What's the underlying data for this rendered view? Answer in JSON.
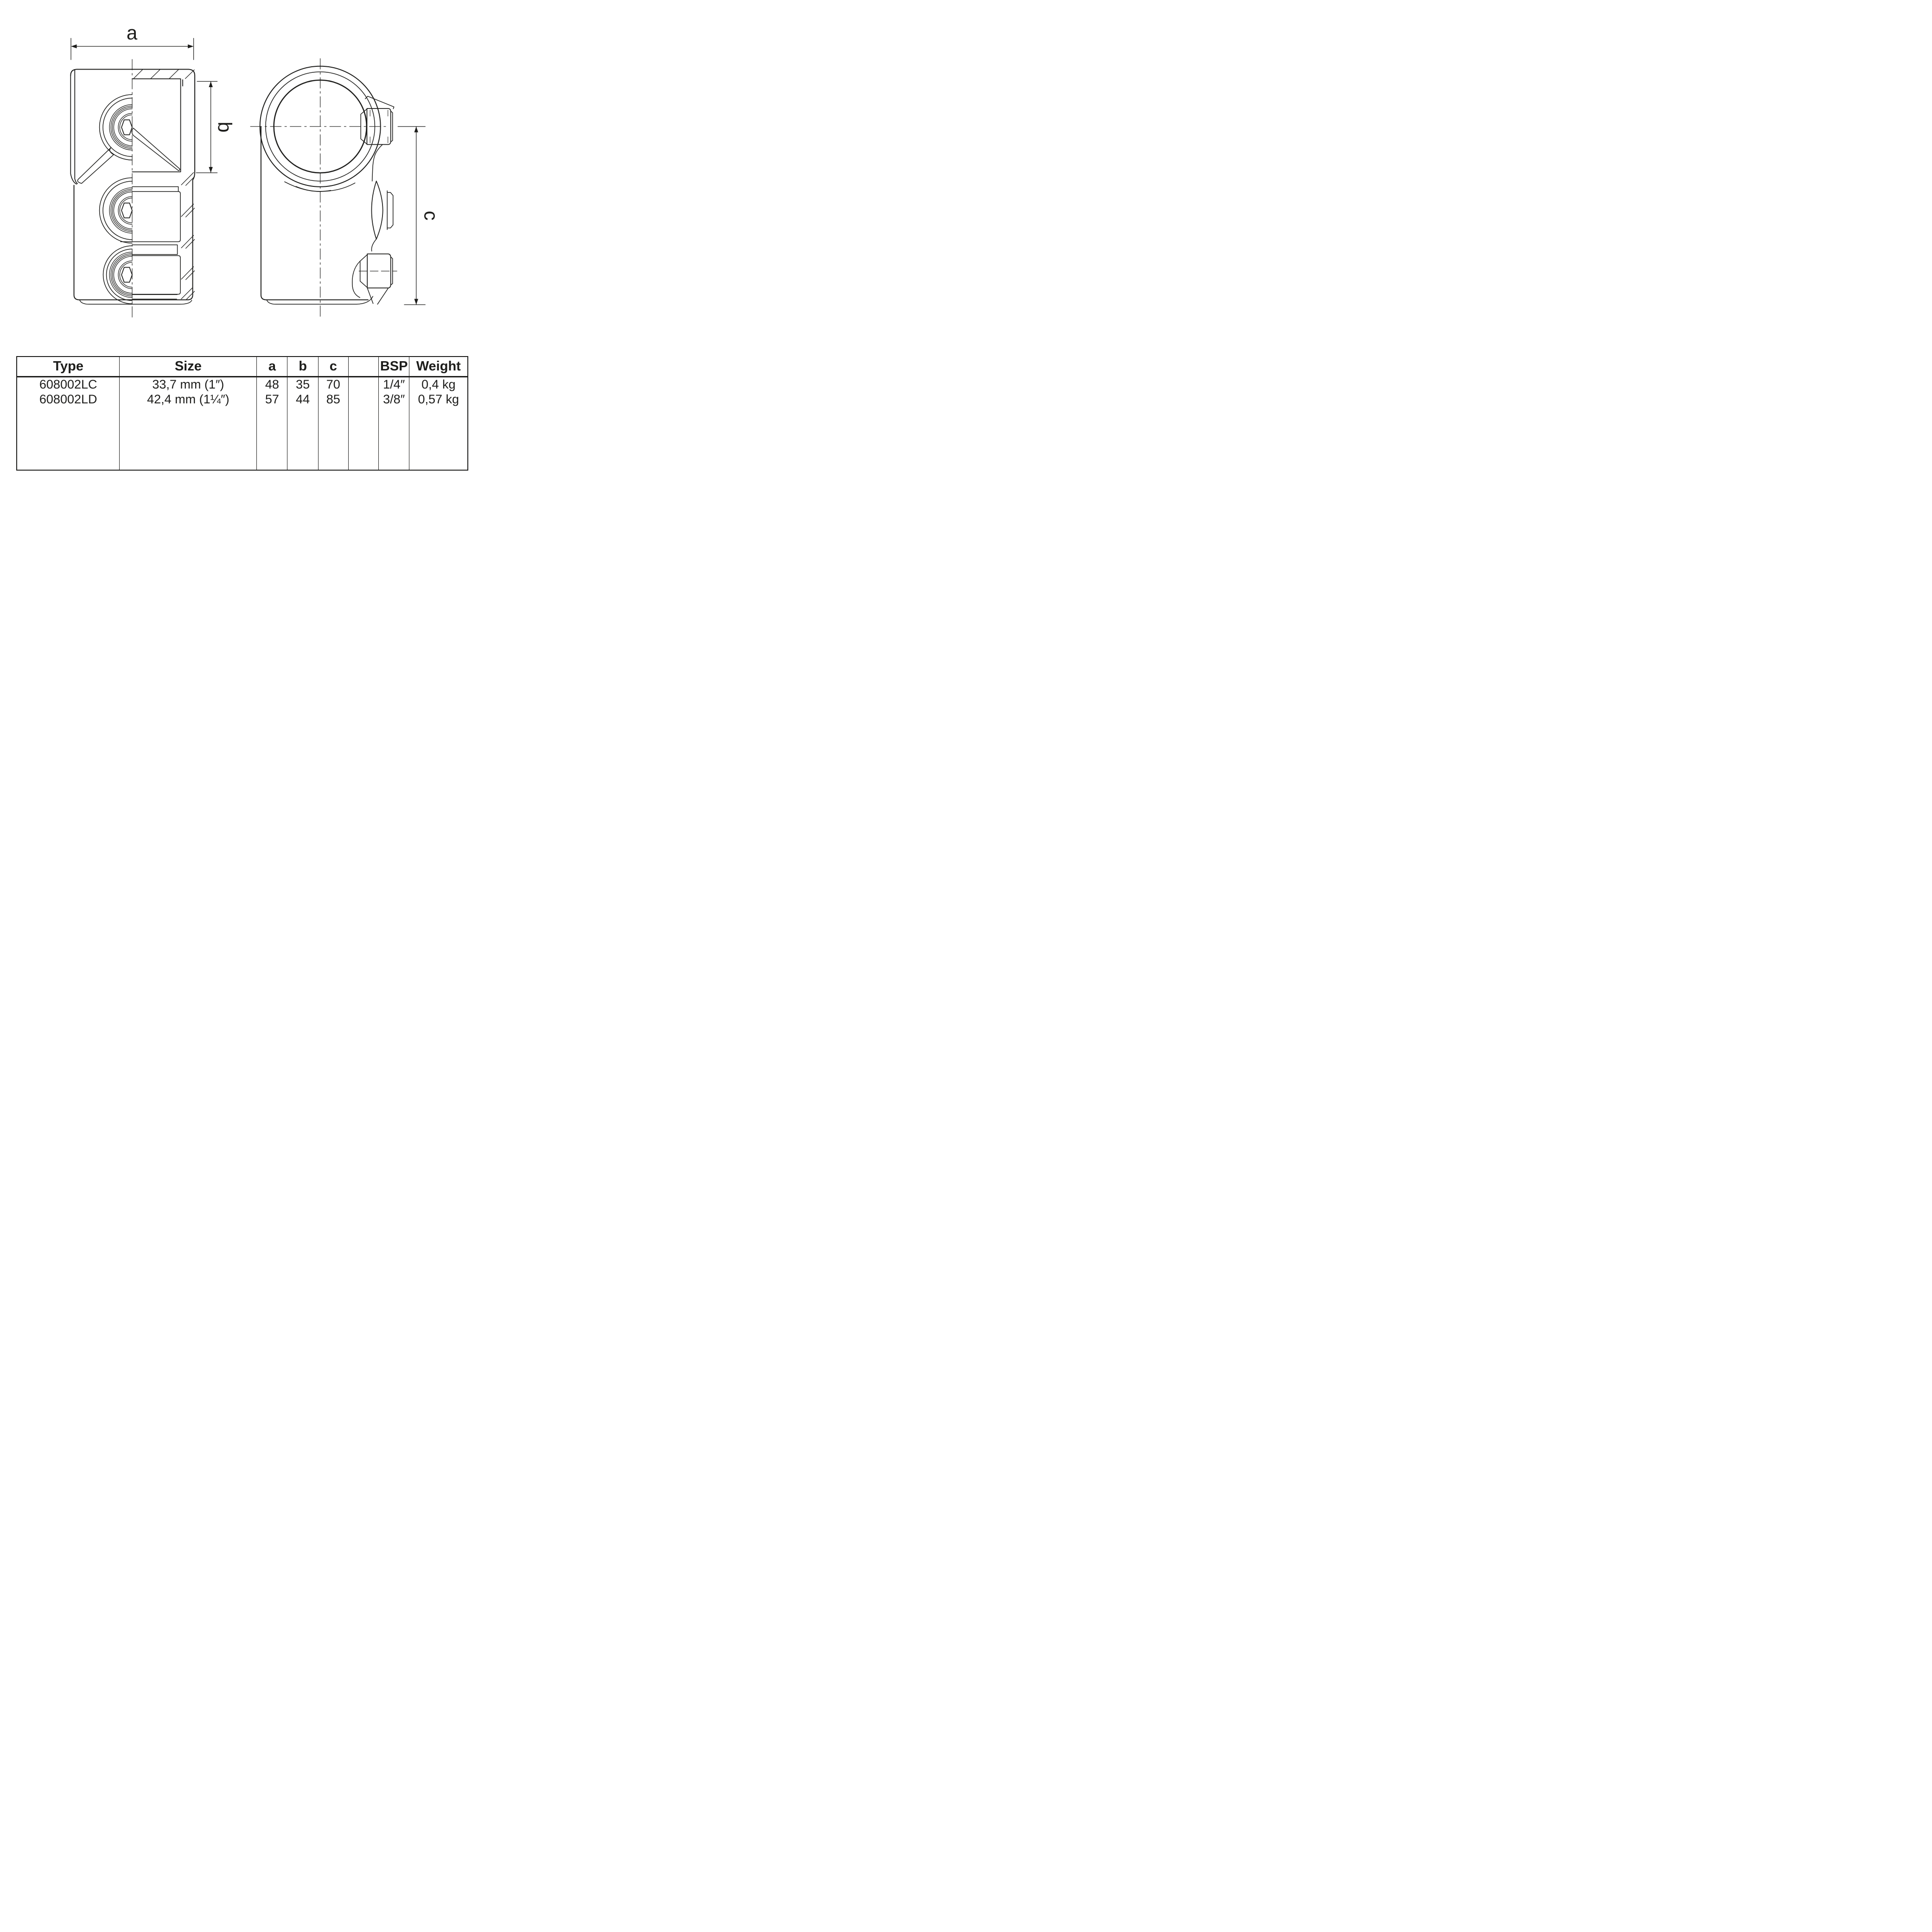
{
  "drawing": {
    "labels": {
      "dim_a": "a",
      "dim_b": "b",
      "dim_c": "c"
    },
    "line_color": "#1d1d1b",
    "views": {
      "left": "side-section-view",
      "right": "end-view"
    }
  },
  "table": {
    "headers": {
      "type": "Type",
      "size": "Size",
      "a": "a",
      "b": "b",
      "c": "c",
      "empty": "",
      "bsp": "BSP",
      "weight": "Weight"
    },
    "rows": [
      {
        "type": "608002LC",
        "size": "33,7 mm (1″)",
        "a": "48",
        "b": "35",
        "c": "70",
        "empty": "",
        "bsp": "1/4″",
        "weight": "0,4 kg"
      },
      {
        "type": "608002LD",
        "size": "42,4 mm (1¼″)",
        "a": "57",
        "b": "44",
        "c": "85",
        "empty": "",
        "bsp": "3/8″",
        "weight": "0,57 kg"
      }
    ]
  }
}
